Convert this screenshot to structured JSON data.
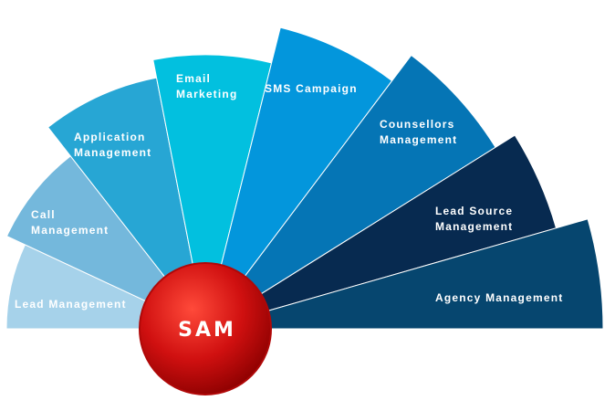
{
  "diagram": {
    "center": {
      "label": "SAM",
      "color": "#d01010"
    },
    "segments": [
      {
        "lines": [
          "Lead Management"
        ],
        "color": "#a6d2ea"
      },
      {
        "lines": [
          "Call",
          "Management"
        ],
        "color": "#74b8dc"
      },
      {
        "lines": [
          "Application",
          "Management"
        ],
        "color": "#27a6d4"
      },
      {
        "lines": [
          "Email",
          "Marketing"
        ],
        "color": "#02c0df"
      },
      {
        "lines": [
          "SMS  Campaign"
        ],
        "color": "#0396dc"
      },
      {
        "lines": [
          "Counsellors",
          "Management"
        ],
        "color": "#0575b5"
      },
      {
        "lines": [
          "Lead Source",
          "Management"
        ],
        "color": "#072a50"
      },
      {
        "lines": [
          "Agency Management"
        ],
        "color": "#06466f"
      }
    ]
  }
}
